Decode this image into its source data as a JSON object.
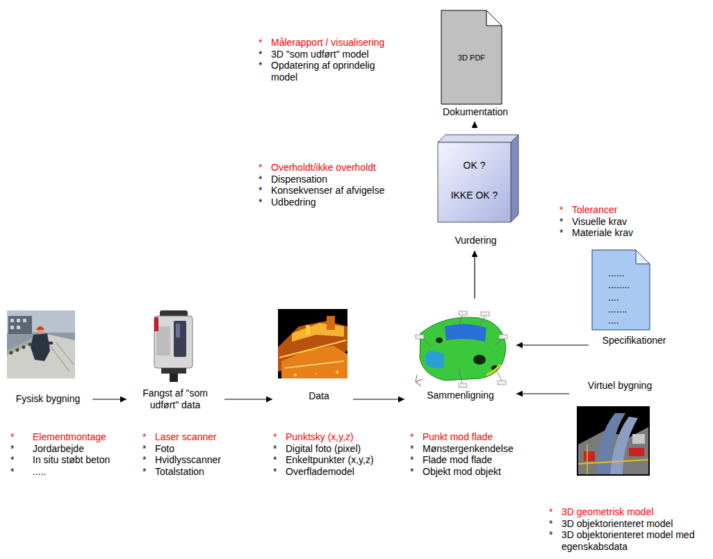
{
  "diagram": {
    "nodes": [
      {
        "text": [
          "Fysisk bygning"
        ]
      },
      {
        "text": [
          "Fangst af \"som udført\" data"
        ]
      },
      {
        "text": [
          "Data"
        ]
      },
      {
        "text": [
          "Sammenligning"
        ]
      },
      {
        "text": [
          "Virtuel bygning"
        ]
      },
      {
        "text": [
          "......",
          "........",
          "....",
          ".......",
          "....",
          "Specifikationer"
        ]
      },
      {
        "text": [
          "OK ?",
          "IKKE OK ?",
          "Vurdering"
        ]
      },
      {
        "text": [
          "3D PDF",
          "Dokumentation"
        ]
      }
    ],
    "edges": [
      {
        "from": 0,
        "to": 1,
        "arrow": "to"
      },
      {
        "from": 1,
        "to": 2,
        "arrow": "to"
      },
      {
        "from": 2,
        "to": 3,
        "arrow": "to"
      },
      {
        "from": 4,
        "to": 3,
        "arrow": "to"
      },
      {
        "from": 5,
        "to": 3,
        "arrow": "to"
      },
      {
        "from": 3,
        "to": 6,
        "arrow": "to"
      },
      {
        "from": 6,
        "to": 7,
        "arrow": "to"
      }
    ],
    "labels": [
      "*",
      "Målerapport / visualisering",
      "*",
      "3D \"som udført\" model",
      "*",
      "Opdatering af oprindelig model",
      "*",
      "Overholdt/ikke overholdt",
      "*",
      "Dispensation",
      "*",
      "Konsekvenser af afvigelse",
      "*",
      "Udbedring",
      "*",
      "Tolerancer",
      "*",
      "Visuelle krav",
      "*",
      "Materiale krav",
      "*",
      "Elementmontage",
      "*",
      "Jordarbejde",
      "*",
      "In situ støbt beton",
      "*",
      ".....",
      "*",
      "Laser scanner",
      "*",
      "Foto",
      "*",
      "Hvidlysscanner",
      "*",
      "Totalstation",
      "*",
      "Punktsky (x,y,z)",
      "*",
      "Digital foto (pixel)",
      "*",
      "Enkeltpunkter (x,y,z)",
      "*",
      "Overflademodel",
      "*",
      "Punkt mod flade",
      "*",
      "Mønstergenkendelse",
      "*",
      "Flade mod flade",
      "*",
      "Objekt mod objekt",
      "*",
      "3D geometrisk model",
      "*",
      "3D objektorienteret model",
      "*",
      "3D objektorienteret model med egenskabsdata"
    ]
  }
}
